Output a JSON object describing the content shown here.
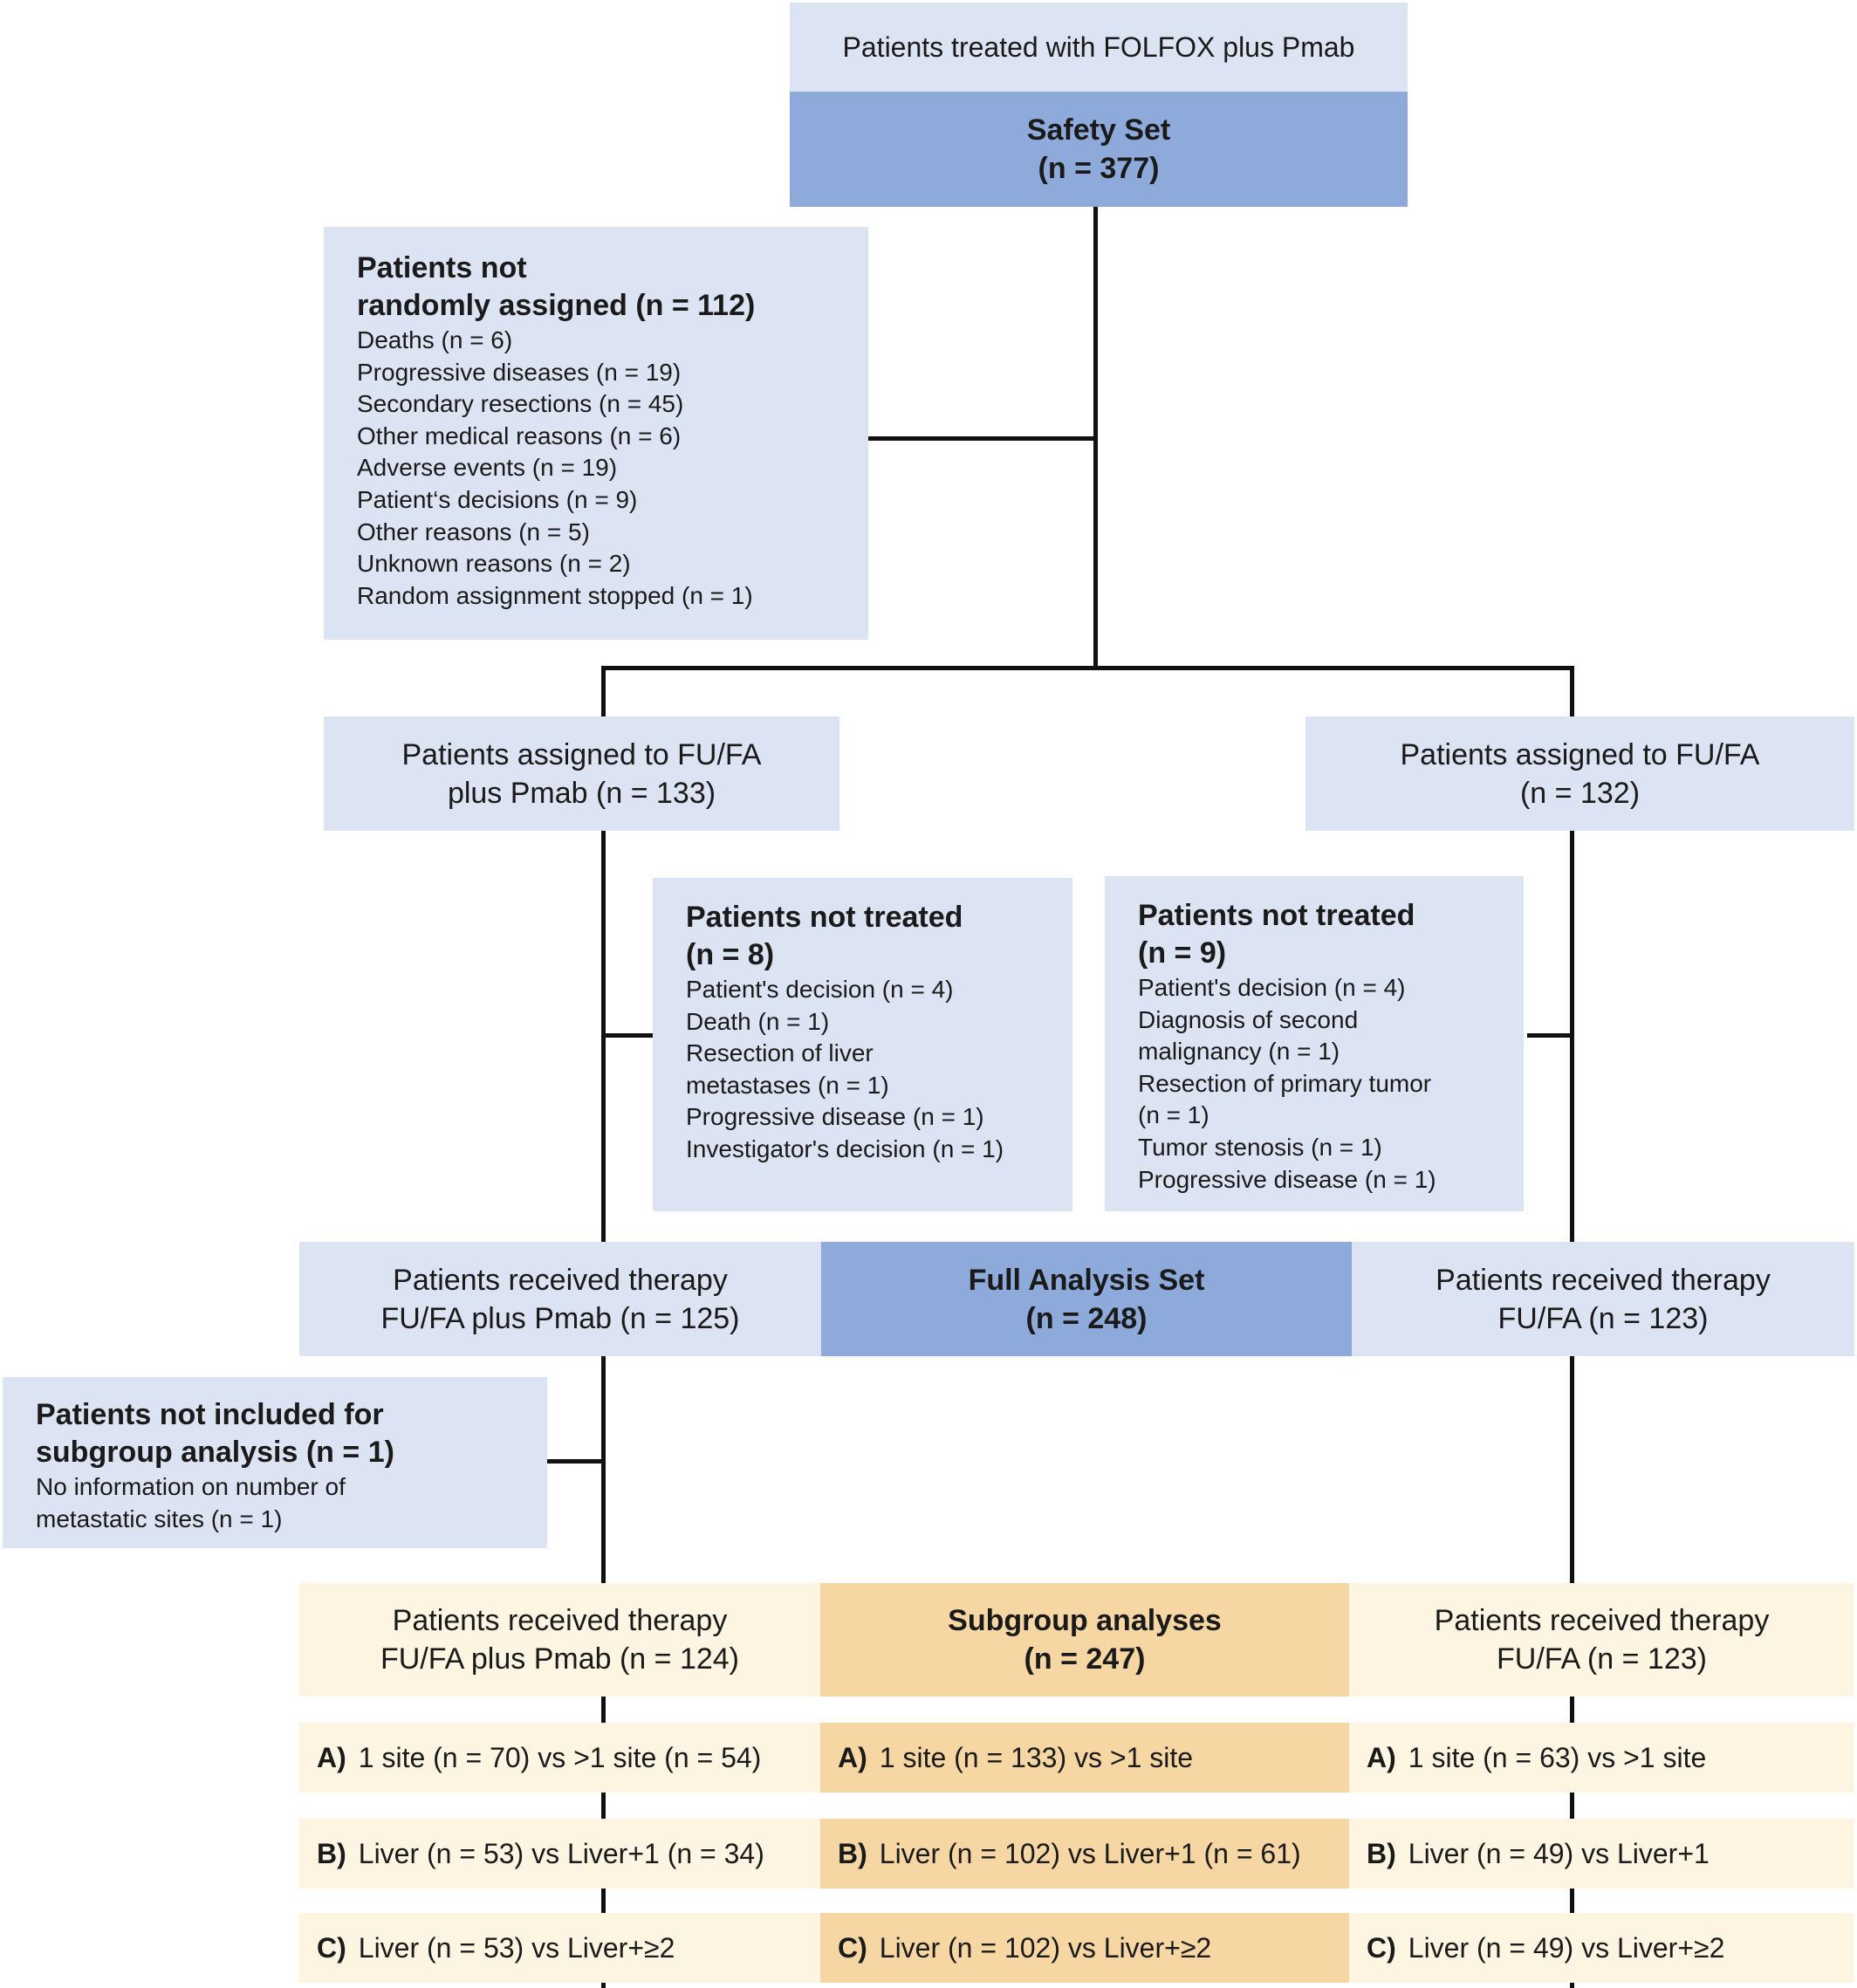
{
  "top": {
    "header": "Patients treated with FOLFOX plus Pmab",
    "title": "Safety Set",
    "count": "(n = 377)"
  },
  "not_randomized": {
    "heading1": "Patients not",
    "heading2": "randomly assigned (n = 112)",
    "items": [
      "Deaths (n = 6)",
      "Progressive diseases (n = 19)",
      "Secondary resections (n = 45)",
      "Other medical reasons (n = 6)",
      "Adverse events (n = 19)",
      "Patient‘s decisions (n = 9)",
      "Other reasons (n = 5)",
      "Unknown reasons (n = 2)",
      "Random assignment stopped (n = 1)"
    ]
  },
  "assigned_left": {
    "line1": "Patients assigned to FU/FA",
    "line2": "plus Pmab (n = 133)"
  },
  "assigned_right": {
    "line1": "Patients assigned to FU/FA",
    "line2": "(n = 132)"
  },
  "not_treated_left": {
    "heading1": "Patients not treated",
    "heading2": "(n = 8)",
    "items": [
      "Patient's decision (n = 4)",
      "Death (n = 1)",
      "Resection of liver",
      "metastases (n = 1)",
      "Progressive disease (n = 1)",
      "Investigator's decision (n = 1)"
    ]
  },
  "not_treated_right": {
    "heading1": "Patients not treated",
    "heading2": "(n = 9)",
    "items": [
      "Patient's decision (n = 4)",
      "Diagnosis of second",
      "malignancy (n = 1)",
      "Resection of primary tumor",
      "(n = 1)",
      "Tumor stenosis (n = 1)",
      "Progressive disease (n = 1)"
    ]
  },
  "received_left": {
    "line1": "Patients received therapy",
    "line2": "FU/FA plus Pmab (n = 125)"
  },
  "full_analysis": {
    "title": "Full Analysis Set",
    "count": "(n = 248)"
  },
  "received_right": {
    "line1": "Patients received therapy",
    "line2": "FU/FA (n = 123)"
  },
  "not_included": {
    "heading1": "Patients not included for",
    "heading2": "subgroup analysis (n = 1)",
    "items": [
      "No information on number of",
      "metastatic sites (n = 1)"
    ]
  },
  "subgroup_left": {
    "line1": "Patients received therapy",
    "line2": "FU/FA plus Pmab (n = 124)"
  },
  "subgroup_center": {
    "title": "Subgroup analyses",
    "count": "(n = 247)"
  },
  "subgroup_right": {
    "line1": "Patients received therapy",
    "line2": "FU/FA (n = 123)"
  },
  "rows": {
    "left": [
      {
        "label": "A)",
        "text": "1 site (n = 70) vs >1 site (n = 54)"
      },
      {
        "label": "B)",
        "text": "Liver (n = 53) vs Liver+1 (n = 34)"
      },
      {
        "label": "C)",
        "text": "Liver (n = 53) vs Liver+≥2"
      }
    ],
    "center": [
      {
        "label": "A)",
        "text": "1 site (n = 133) vs >1 site"
      },
      {
        "label": "B)",
        "text": "Liver (n = 102) vs Liver+1 (n = 61)"
      },
      {
        "label": "C)",
        "text": "Liver (n = 102) vs Liver+≥2"
      }
    ],
    "right": [
      {
        "label": "A)",
        "text": "1 site (n = 63) vs >1 site"
      },
      {
        "label": "B)",
        "text": "Liver (n = 49) vs Liver+1"
      },
      {
        "label": "C)",
        "text": "Liver (n = 49) vs Liver+≥2"
      }
    ]
  },
  "colors": {
    "light_blue": "#dce3f2",
    "dark_blue": "#8eaadb",
    "light_yellow": "#fdf5e1",
    "dark_yellow": "#f6d7a4"
  }
}
